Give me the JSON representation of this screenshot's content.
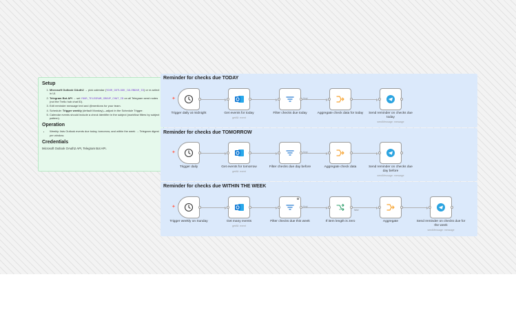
{
  "note": {
    "setup_heading": "Setup",
    "setup_items": [
      {
        "strong": "Microsoft Outlook OAuth2",
        "pre": " → pick calendar (",
        "code": "YOUR_OUTLOOK_CALENDAR_ID",
        "post": ") or re-select in UI."
      },
      {
        "strong": "Telegram Bot API",
        "pre": " → set ",
        "code": "YOUR_TELEGRAM_GROUP_CHAT_ID",
        "post": " on all Telegram send nodes (not the Trello hub chat ID)."
      },
      {
        "strong": "",
        "pre": "Edit reminder message text and @mentions for your team.",
        "code": "",
        "post": ""
      },
      {
        "strong": "Trigger weekly",
        "pre": "Schedule: ",
        "code": "",
        "post": " (default Monday)—adjust in the Schedule Trigger."
      },
      {
        "strong": "",
        "pre": "Calendar events should include a check identifier in the subject (workflow filters by subject pattern).",
        "code": "",
        "post": ""
      }
    ],
    "operation_heading": "Operation",
    "operation_items": [
      "Weekly: lists Outlook events due today, tomorrow, and within the week → Telegram digest per window."
    ],
    "credentials_heading": "Credentials",
    "credentials_text": "Microsoft Outlook OAuth2 API, Telegram Bot API."
  },
  "sections": [
    {
      "title": "Reminder for checks due TODAY",
      "nodes": [
        {
          "label": "Trigger daily at midnight",
          "sub": "",
          "icon": "clock-icon"
        },
        {
          "label": "Get events for today",
          "sub": "getAll: event",
          "icon": "outlook-icon"
        },
        {
          "label": "Filter checks due today",
          "sub": "",
          "icon": "filter-icon"
        },
        {
          "label": "Aggregate check data for today",
          "sub": "",
          "icon": "aggregate-icon"
        },
        {
          "label": "Send reminder on checks due today",
          "sub": "sendMessage: message",
          "icon": "telegram-icon"
        }
      ],
      "edge_labels": [
        "Kept"
      ]
    },
    {
      "title": "Reminder for checks due TOMORROW",
      "nodes": [
        {
          "label": "Trigger daily",
          "sub": "",
          "icon": "clock-icon"
        },
        {
          "label": "Get events for tomorrow",
          "sub": "getAll: event",
          "icon": "outlook-icon"
        },
        {
          "label": "Filter checks due day before",
          "sub": "",
          "icon": "filter-icon"
        },
        {
          "label": "Aggregate check data",
          "sub": "",
          "icon": "aggregate-icon"
        },
        {
          "label": "Send reminder on checks due day before",
          "sub": "sendMessage: message",
          "icon": "telegram-icon"
        }
      ],
      "edge_labels": [
        "Kept"
      ]
    },
    {
      "title": "Reminder for checks due WITHIN THE WEEK",
      "nodes": [
        {
          "label": "Trigger weekly on Sunday",
          "sub": "",
          "icon": "clock-icon"
        },
        {
          "label": "Get many events",
          "sub": "getAll: event",
          "icon": "outlook-icon"
        },
        {
          "label": "Filter checks due this week",
          "sub": "",
          "icon": "filter-icon"
        },
        {
          "label": "If item length is zero",
          "sub": "",
          "icon": "if-icon"
        },
        {
          "label": "Aggregate",
          "sub": "",
          "icon": "aggregate-icon"
        },
        {
          "label": "Send reminder on checks due for the week",
          "sub": "sendMessage: message",
          "icon": "telegram-icon"
        }
      ],
      "edge_labels": [
        "Kept",
        "false"
      ]
    }
  ],
  "colors": {
    "trigger_bolt": "#ff6d5a",
    "outlook": "#0f78d4",
    "filter": "#4a90d9",
    "aggregate": "#f7a534",
    "telegram": "#2aa3e0",
    "if": "#2f9e6b"
  }
}
